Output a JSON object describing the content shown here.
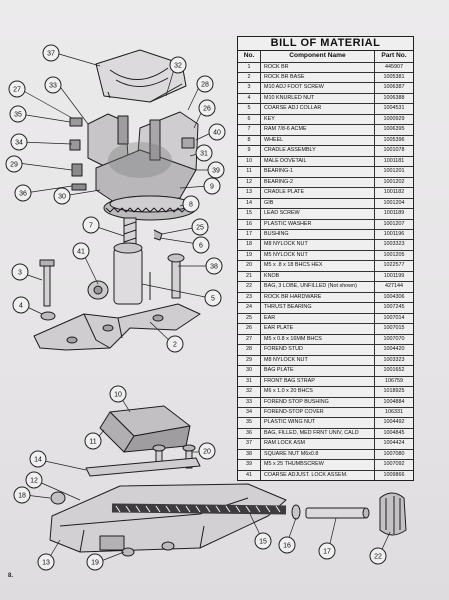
{
  "bom": {
    "title": "BILL OF MATERIAL",
    "headers": {
      "no": "No.",
      "name": "Component Name",
      "part": "Part No."
    },
    "rows": [
      {
        "no": "1",
        "name": "ROCK BR",
        "part": "445907"
      },
      {
        "no": "2",
        "name": "ROCK BR BASE",
        "part": "1005381"
      },
      {
        "no": "3",
        "name": "M10 ADJ FOOT SCREW",
        "part": "1006387"
      },
      {
        "no": "4",
        "name": "M10 KNURLED NUT",
        "part": "1006388"
      },
      {
        "no": "5",
        "name": "COARSE ADJ COLLAR",
        "part": "1004531"
      },
      {
        "no": "6",
        "name": "KEY",
        "part": "1000929"
      },
      {
        "no": "7",
        "name": "RAM 7/8-6 ACME",
        "part": "1006395"
      },
      {
        "no": "8",
        "name": "WHEEL",
        "part": "1005396"
      },
      {
        "no": "9",
        "name": "CRADLE ASSEMBLY",
        "part": "1001078"
      },
      {
        "no": "10",
        "name": "MALE DOVETAIL",
        "part": "1001181"
      },
      {
        "no": "11",
        "name": "BEARING-1",
        "part": "1001201"
      },
      {
        "no": "12",
        "name": "BEARING-2",
        "part": "1001202"
      },
      {
        "no": "13",
        "name": "CRADLE PLATE",
        "part": "1001182"
      },
      {
        "no": "14",
        "name": "GIB",
        "part": "1001204"
      },
      {
        "no": "15",
        "name": "LEAD SCREW",
        "part": "1001189"
      },
      {
        "no": "16",
        "name": "PLASTIC WASHER",
        "part": "1001207"
      },
      {
        "no": "17",
        "name": "BUSHING",
        "part": "1001196"
      },
      {
        "no": "18",
        "name": "M8 NYLOCK NUT",
        "part": "1003323"
      },
      {
        "no": "19",
        "name": "M5 NYLOCK NUT",
        "part": "1001205"
      },
      {
        "no": "20",
        "name": "M5 x .8 x 18 BHCS HEX",
        "part": "1022577"
      },
      {
        "no": "21",
        "name": "KNOB",
        "part": "1001199"
      },
      {
        "no": "22",
        "name": "BAG, 3 LOBE, UNFILLED (Not shown)",
        "part": "427144"
      },
      {
        "no": "23",
        "name": "ROCK BR HARDWARE",
        "part": "1004306"
      },
      {
        "no": "24",
        "name": "THRUST BEARING",
        "part": "1007245"
      },
      {
        "no": "25",
        "name": "EAR",
        "part": "1007014"
      },
      {
        "no": "26",
        "name": "EAR PLATE",
        "part": "1007015"
      },
      {
        "no": "27",
        "name": "M5 x 0.8 x 16MM BHCS",
        "part": "1007070"
      },
      {
        "no": "28",
        "name": "FOREND STUD",
        "part": "1004420"
      },
      {
        "no": "29",
        "name": "M8 NYLOCK NUT",
        "part": "1003323"
      },
      {
        "no": "30",
        "name": "BAG PLATE",
        "part": "1001652"
      },
      {
        "no": "31",
        "name": "FRONT BAG STRAP",
        "part": "106759"
      },
      {
        "no": "32",
        "name": "M6 x 1.0 x 20 BHCS",
        "part": "1018925"
      },
      {
        "no": "33",
        "name": "FOREND STOP BUSHING",
        "part": "1004884"
      },
      {
        "no": "34",
        "name": "FOREND-STOP COVER",
        "part": "106331"
      },
      {
        "no": "35",
        "name": "PLASTIC WING NUT",
        "part": "1004492"
      },
      {
        "no": "36",
        "name": "BAG, FILLED, MED FRNT UNIV, CALD",
        "part": "1004845"
      },
      {
        "no": "37",
        "name": "RAM LOCK ASM",
        "part": "1004424"
      },
      {
        "no": "38",
        "name": "SQUARE NUT M6x0.8",
        "part": "1007080"
      },
      {
        "no": "39",
        "name": "M5 x 25 THUMBSCREW",
        "part": "1007092"
      },
      {
        "no": "41",
        "name": "COARSE ADJUST. LOCK ASSEM.",
        "part": "1009866"
      }
    ]
  },
  "callouts": [
    "37",
    "32",
    "27",
    "33",
    "28",
    "26",
    "35",
    "40",
    "34",
    "31",
    "29",
    "39",
    "36",
    "30",
    "9",
    "8",
    "25",
    "7",
    "6",
    "38",
    "3",
    "41",
    "5",
    "4",
    "2",
    "10",
    "11",
    "14",
    "20",
    "12",
    "18",
    "13",
    "19",
    "16",
    "15",
    "17",
    "22"
  ],
  "page_number": "8.",
  "colors": {
    "ink": "#222222",
    "paper": "#e9e7e8"
  }
}
